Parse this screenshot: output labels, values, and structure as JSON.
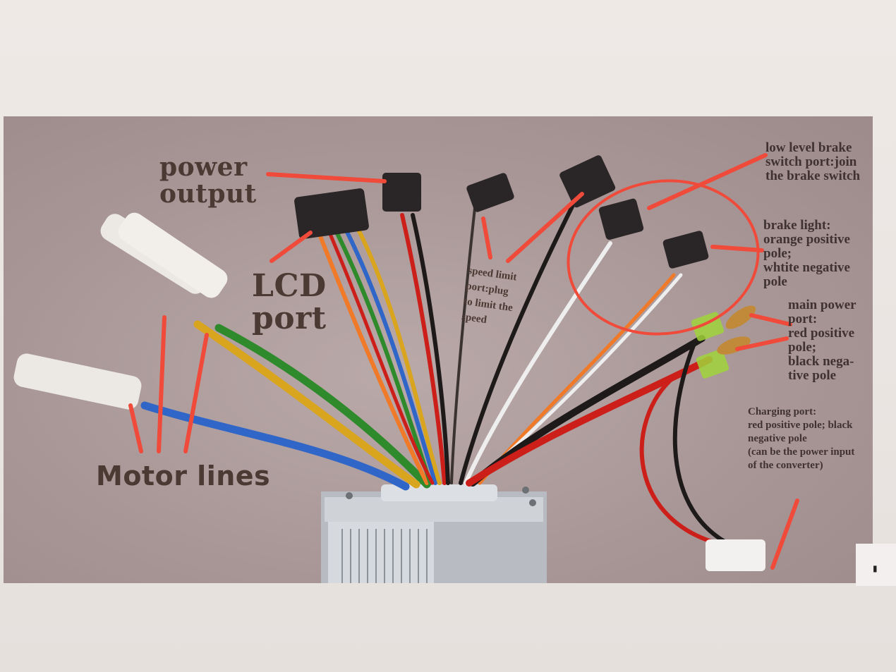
{
  "labels": {
    "power_output": "power\noutput",
    "lcd_port": "LCD\nport",
    "motor_lines": "Motor lines",
    "speed_limit": "speed limit\nport:plug\nto limit the\nspeed",
    "low_level_brake": "low level brake\nswitch port:join\nthe brake switch",
    "brake_light": "brake light:\norange positive\npole;\nwhtite negative\npole",
    "main_power": "main power\nport:\nred positive\npole;\nblack nega-\ntive pole",
    "charging_port": "Charging port:\nred positive pole; black\nnegative pole\n(can be the power input\nof the converter)"
  },
  "colors": {
    "annotation_arrow": "#f04a3a",
    "wire_green": "#2e8a2a",
    "wire_yellow": "#d9a41e",
    "wire_blue": "#2f66c8",
    "wire_red": "#cc1f1a",
    "wire_black": "#1e1a1a",
    "wire_white": "#eeeeee",
    "wire_orange": "#f07a28"
  }
}
